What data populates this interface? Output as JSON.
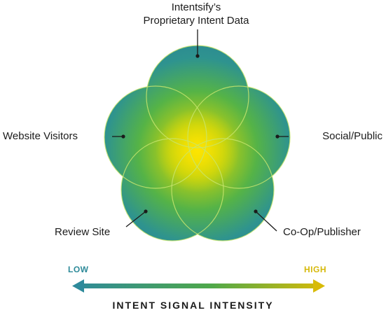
{
  "diagram": {
    "top_label_line1": "Intentsify’s",
    "top_label_line2": "Proprietary Intent Data",
    "left_label": "Website Visitors",
    "right_label": "Social/Public",
    "bottom_left_label": "Review Site",
    "bottom_right_label": "Co-Op/Publisher"
  },
  "scale": {
    "low_label": "LOW",
    "high_label": "HIGH",
    "title": "INTENT SIGNAL INTENSITY",
    "low_color": "#2d8a99",
    "high_color": "#d6b90a"
  },
  "colors": {
    "circle_outer": "#2b8a96",
    "circle_mid": "#55b347",
    "circle_center": "#e8e000",
    "outline": "#bde06a"
  }
}
